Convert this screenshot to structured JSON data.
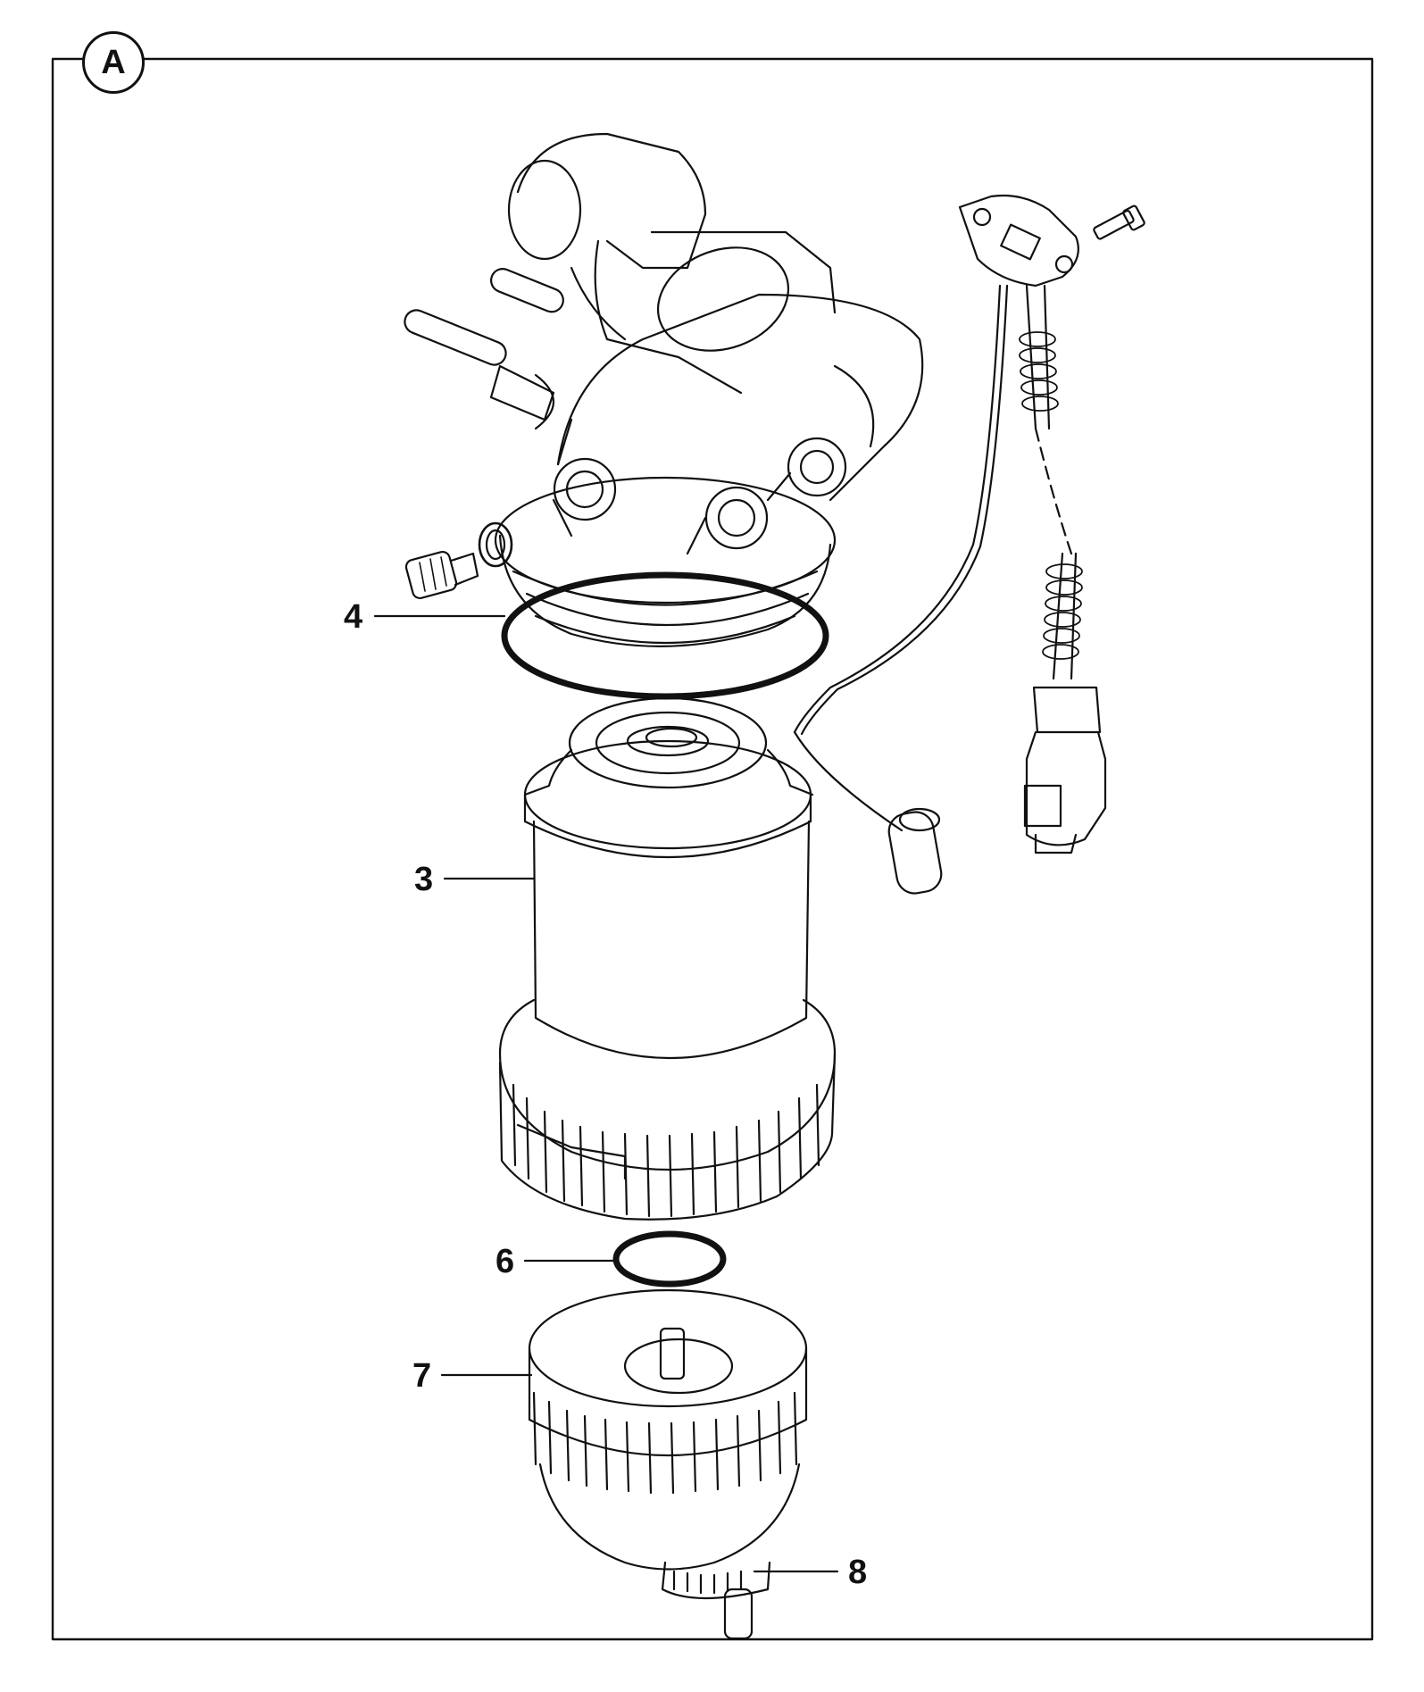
{
  "figure": {
    "view_label": "A",
    "callouts": [
      {
        "id": "callout-4",
        "number": "4"
      },
      {
        "id": "callout-3",
        "number": "3"
      },
      {
        "id": "callout-6",
        "number": "6"
      },
      {
        "id": "callout-7",
        "number": "7"
      },
      {
        "id": "callout-8",
        "number": "8"
      }
    ]
  }
}
